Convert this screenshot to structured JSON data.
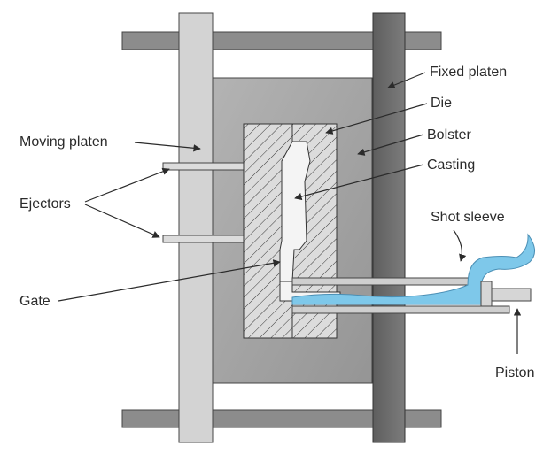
{
  "labels": {
    "fixed_platen": "Fixed platen",
    "die": "Die",
    "bolster": "Bolster",
    "casting": "Casting",
    "shot_sleeve": "Shot sleeve",
    "moving_platen": "Moving platen",
    "ejectors": "Ejectors",
    "gate": "Gate",
    "piston": "Piston"
  },
  "colors": {
    "background": "#ffffff",
    "tie_bar": "#8f8f8f",
    "moving_platen": "#d2d2d2",
    "fixed_platen": "#6e6e6e",
    "bolster": "#a3a3a3",
    "die": "#d9d9d9",
    "metal": "#7ec8ea",
    "outline": "#333333"
  }
}
